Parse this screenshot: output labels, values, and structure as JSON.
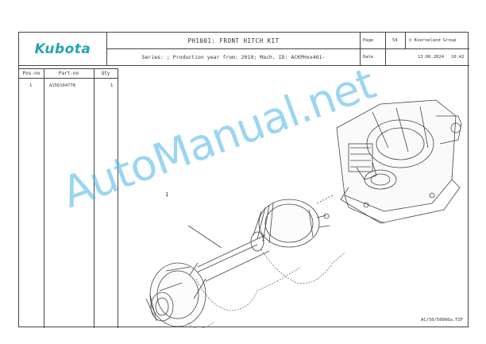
{
  "header": {
    "logo_text": "Kubota",
    "title": "PH1001: FRONT HITCH KIT",
    "series_line": "Series: ; Production year from: 2019; Mach. ID: ACKPHxx461-",
    "page_label": "Page",
    "page_number": "54",
    "copyright": "© Kverneland Group",
    "date_label": "Date",
    "date_value": "13.06.2024",
    "time_value": "10:42"
  },
  "table": {
    "columns": [
      "Pos-no",
      "Part-no",
      "Qty"
    ],
    "rows": [
      {
        "pos": "1",
        "part": "A156104778",
        "qty": "1"
      }
    ]
  },
  "drawing": {
    "callout": "1",
    "reference": "AC/50/50066a.TIF",
    "line_color": "#444444"
  },
  "watermark": {
    "text": "AutoManual.net",
    "color": "#48b4e6"
  }
}
